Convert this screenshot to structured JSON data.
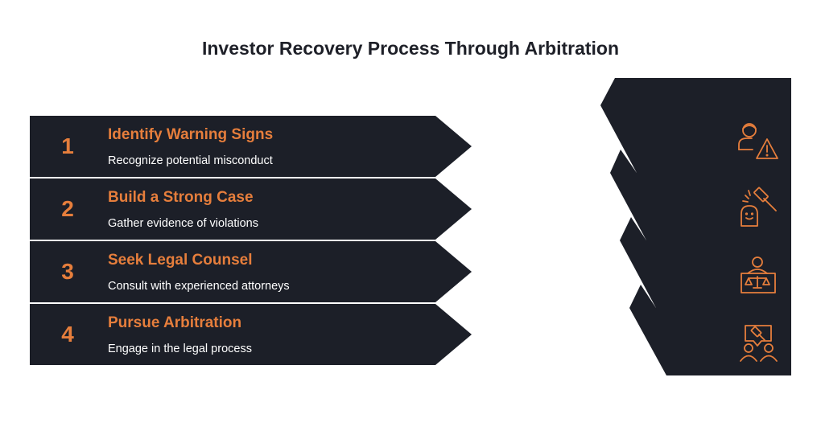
{
  "title": "Investor Recovery Process Through Arbitration",
  "colors": {
    "dark": "#1c1f28",
    "accent": "#e67e3c",
    "text": "#ffffff"
  },
  "steps": [
    {
      "number": "1",
      "heading": "Identify Warning Signs",
      "description": "Recognize potential misconduct",
      "icon": "person-warning-icon"
    },
    {
      "number": "2",
      "heading": "Build a Strong Case",
      "description": "Gather evidence of violations",
      "icon": "gavel-evidence-icon"
    },
    {
      "number": "3",
      "heading": "Seek Legal Counsel",
      "description": "Consult with experienced attorneys",
      "icon": "attorney-scales-icon"
    },
    {
      "number": "4",
      "heading": "Pursue Arbitration",
      "description": "Engage in the legal process",
      "icon": "arbitration-meeting-icon"
    }
  ]
}
